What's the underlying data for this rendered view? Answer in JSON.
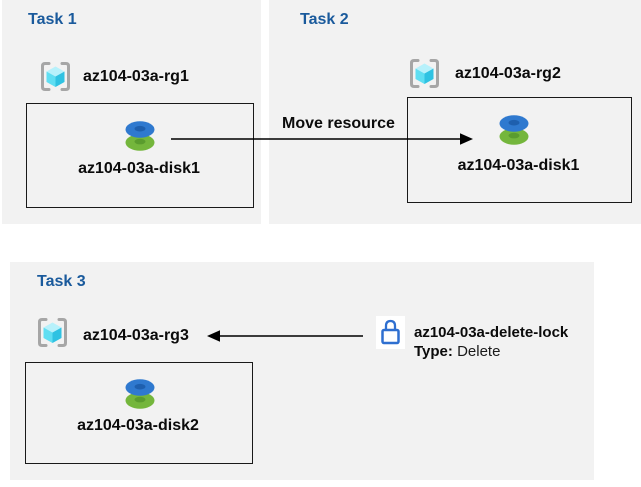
{
  "diagram": {
    "tasks": [
      {
        "title": "Task 1",
        "resource_group": "az104-03a-rg1",
        "resource": "az104-03a-disk1"
      },
      {
        "title": "Task 2",
        "resource_group": "az104-03a-rg2",
        "resource": "az104-03a-disk1"
      },
      {
        "title": "Task 3",
        "resource_group": "az104-03a-rg3",
        "resource": "az104-03a-disk2"
      }
    ],
    "move_arrow_label": "Move resource",
    "lock": {
      "name": "az104-03a-delete-lock",
      "type_label": "Type:",
      "type_value": "Delete"
    },
    "icon_names": {
      "resource_group": "resource-group-icon",
      "disk": "managed-disk-icon",
      "lock": "lock-icon"
    },
    "colors": {
      "task_background": "#f2f2f2",
      "heading_blue": "#1a5a9c",
      "text_black": "#0b0b0b",
      "lock_blue": "#2e6fd0",
      "disk_blue": "#2f79cf",
      "disk_blue_hole": "#1e5fae",
      "disk_green": "#74b63c",
      "disk_green_hole": "#5a9c2e",
      "cube_top": "#b7f1fb",
      "cube_left": "#5fdef2",
      "cube_right": "#2fc2e2",
      "bracket_gray": "#a6a6a6",
      "arrow_black": "#000000"
    }
  }
}
